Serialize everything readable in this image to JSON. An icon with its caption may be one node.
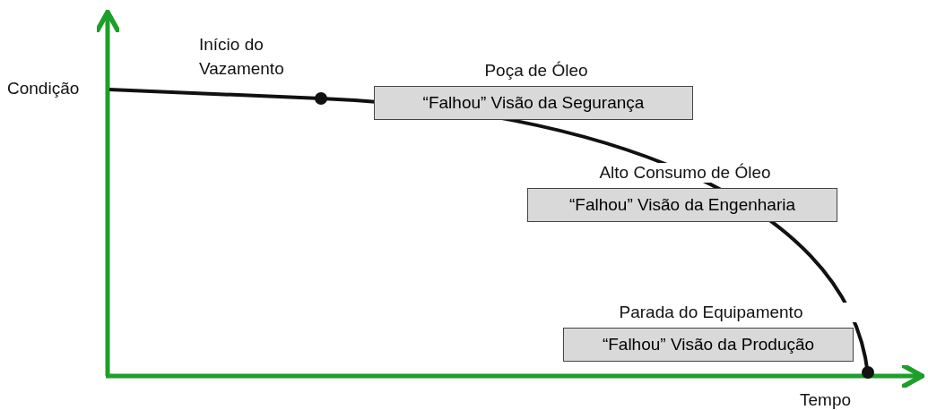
{
  "diagram": {
    "nodes": [
      {
        "text": [
          "Poça de Óleo",
          "“Falhou” Visão da Segurança"
        ]
      },
      {
        "text": [
          "Alto Consumo de Óleo",
          "“Falhou” Visão da Engenharia"
        ]
      },
      {
        "text": [
          "Parada do Equipamento",
          "“Falhou” Visão da Produção"
        ]
      }
    ],
    "labels": [
      "Condição",
      "Início do Vazamento",
      "Tempo"
    ]
  }
}
